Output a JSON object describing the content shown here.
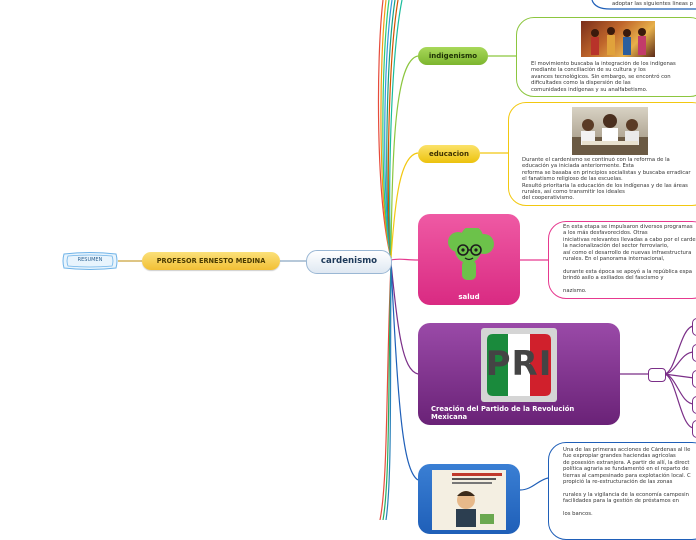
{
  "nodes": {
    "resumen": "RESUMEN",
    "author": "PROFESOR ERNESTO MEDINA",
    "central": "cardenismo",
    "indigenismo": "indigenismo",
    "educacion": "educacion",
    "salud": "salud",
    "pri": "Creación del Partido de la Revolución Mexicana"
  },
  "texts": {
    "top_fragment": "adoptar las siguientes líneas p",
    "indigenismo": "El movimiento buscaba la integración de los indígenas\nmediante la conciliación de su cultura y los\navances tecnológicos. Sin embargo, se encontró con\ndificultades como la dispersión de las\ncomunidades indígenas y su analfabetismo.",
    "educacion": "Durante el cardenismo se continuó con la reforma de la\neducación ya iniciada anteriormente. Esta\nreforma se basaba en principios socialistas y buscaba erradicar\nel fanatismo religioso de las escuelas.\nResultó prioritaria la educación de los indígenas y de las áreas\nrurales, así como transmitir los ideales\ndel cooperativismo.",
    "salud": "En esta etapa se impulsaron diversos programas\na los más desfavorecidos. Otras\niniciativas relevantes llevadas a cabo por el carde\nla nacionalización del sector ferroviario,\nasí como el desarrollo de nuevas infraestructura\nrurales. En el panorama internacional,\n\ndurante esta época se apoyó a la república espa\nbrindó asilo a exiliados del fascismo y\n\nnazismo.",
    "bottom": "Una de las primeras acciones de Cárdenas al lle\nfue expropiar grandes haciendas agrícolas\nde posesión extranjera. A partir de allí, la direct\npolítica agraria se fundamentó en el reparto de\ntierras al campesinado para explotación local. C\npropició la re-estructuración de las zonas\n\nrurales y la vigilancia de la economía campesin\nfacilidades para la gestión de préstamos en\n\nlos bancos."
  },
  "logo": {
    "letters": "PRI"
  },
  "colors": {
    "indigenismo": "#8cc63f",
    "educacion": "#f2c811",
    "salud": "#e6398f",
    "pri": "#7b2f88",
    "bottom": "#1f5fb8",
    "central": "#9ab7d4",
    "author": "#f4c84a",
    "resumen": "#6fb3e8"
  }
}
